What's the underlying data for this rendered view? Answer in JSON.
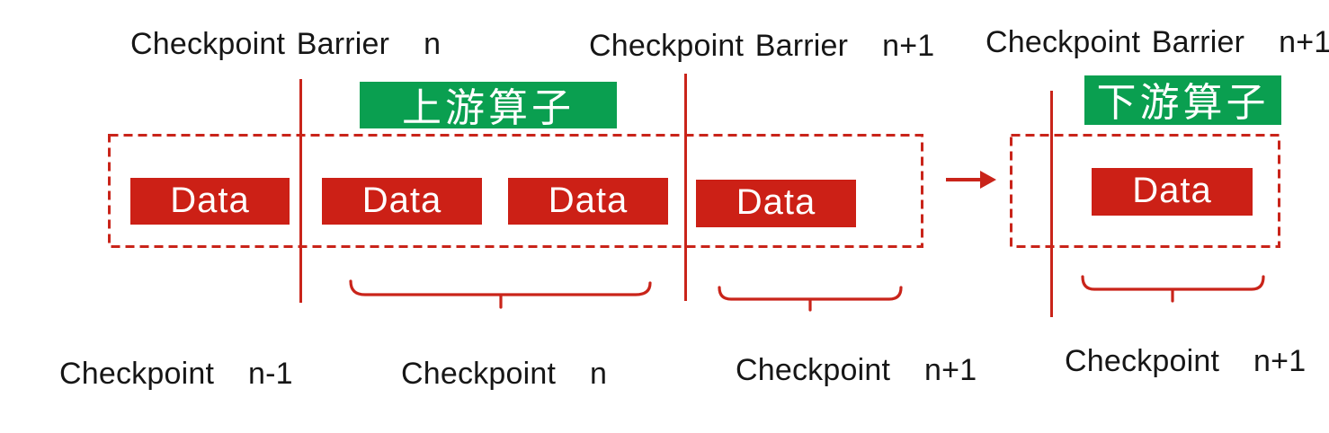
{
  "colors": {
    "red": "#c9241a",
    "data_red": "#cc2016",
    "green": "#0a9f50",
    "text": "#161616",
    "background": "#ffffff",
    "white_text": "#ffffff"
  },
  "top_labels": [
    "Checkpoint Barrier   n",
    "Checkpoint Barrier   n+1",
    "Checkpoint Barrier   n+1"
  ],
  "operator_labels": [
    "上游算子",
    "下游算子"
  ],
  "data_blocks": [
    "Data",
    "Data",
    "Data",
    "Data",
    "Data"
  ],
  "bottom_labels": [
    "Checkpoint   n-1",
    "Checkpoint   n",
    "Checkpoint   n+1",
    "Checkpoint   n+1"
  ]
}
